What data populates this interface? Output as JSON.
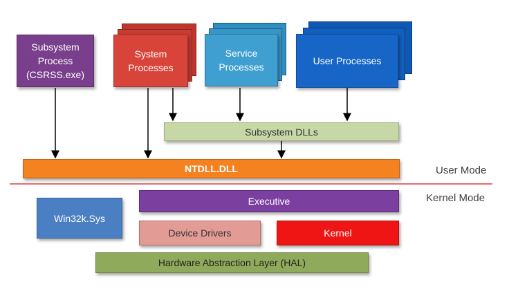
{
  "diagram": {
    "subsystem_process": {
      "label": "Subsystem\nProcess\n(CSRSS.exe)",
      "color": "#7a3f8c"
    },
    "system_processes": {
      "label": "System\nProcesses",
      "color": "#d9443a"
    },
    "service_processes": {
      "label": "Service\nProcesses",
      "color": "#3e9fd0"
    },
    "user_processes": {
      "label": "User Processes",
      "color": "#1766c7"
    },
    "subsystem_dlls": {
      "label": "Subsystem DLLs",
      "color": "#c7d8a6"
    },
    "ntdll": {
      "label": "NTDLL.DLL",
      "color": "#f58220"
    },
    "user_mode_label": "User Mode",
    "kernel_mode_label": "Kernel Mode",
    "divider_color": "#e03c3c",
    "win32k": {
      "label": "Win32k.Sys",
      "color": "#4a7fc4"
    },
    "executive": {
      "label": "Executive",
      "color": "#7b3fa0"
    },
    "device_drivers": {
      "label": "Device Drivers",
      "color": "#e39b96"
    },
    "kernel": {
      "label": "Kernel",
      "color": "#f01515"
    },
    "hal": {
      "label": "Hardware Abstraction Layer (HAL)",
      "color": "#8faa5a"
    }
  }
}
